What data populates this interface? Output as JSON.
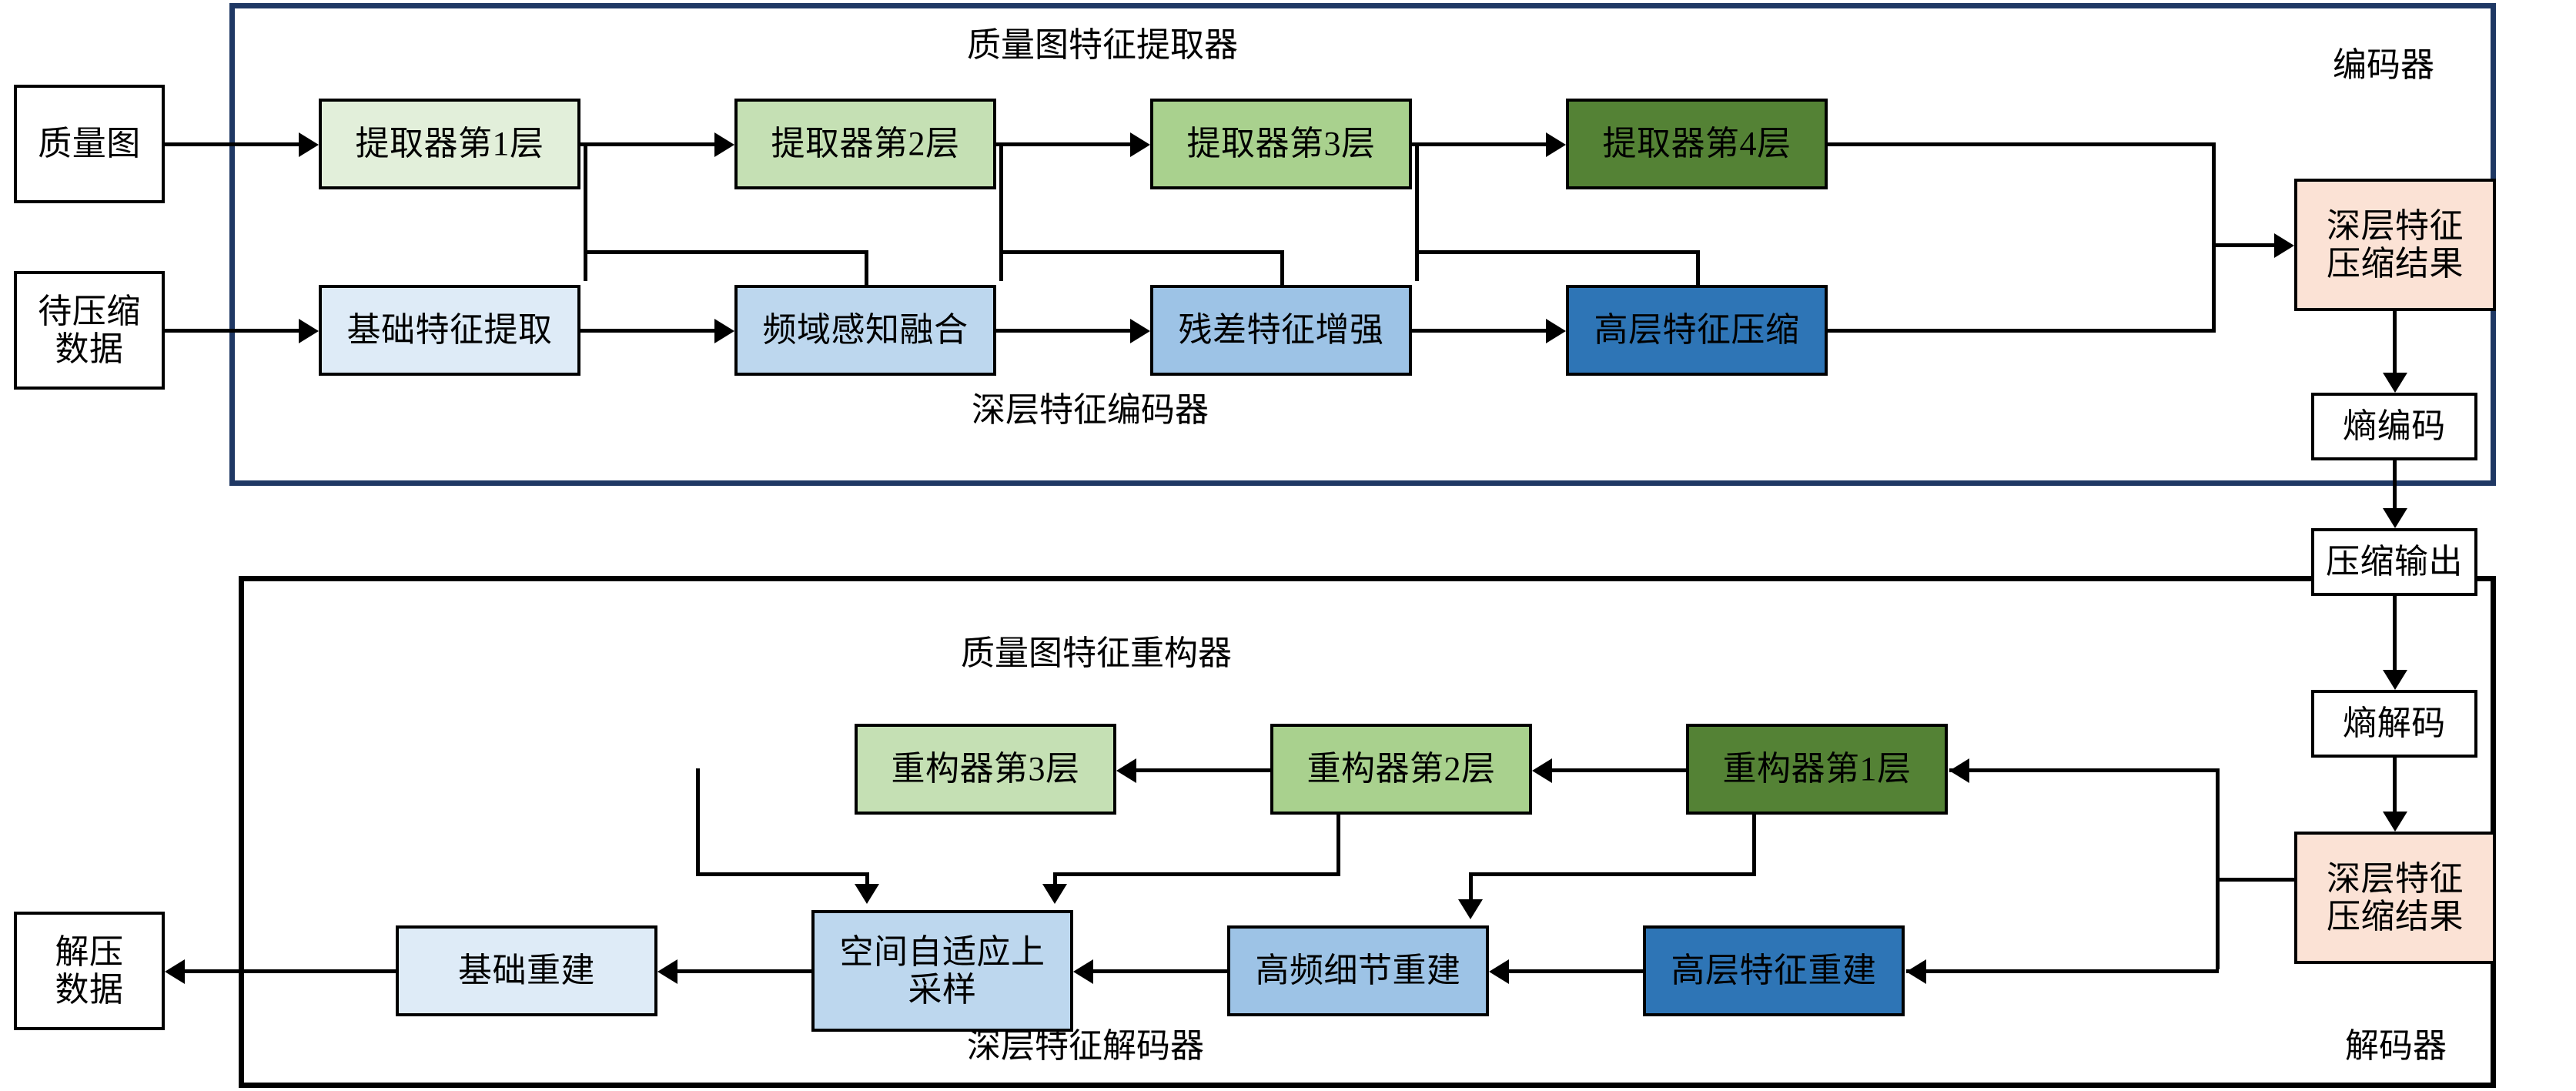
{
  "diagram": {
    "title_encoder_group": "质量图特征提取器",
    "title_decoder_group": "质量图特征重构器",
    "label_encoder": "编码器",
    "label_decoder": "解码器",
    "label_deep_encoder": "深层特征编码器",
    "label_deep_decoder": "深层特征解码器"
  },
  "inputs": {
    "quality_map": "质量图",
    "data_to_compress_line1": "待压缩",
    "data_to_compress_line2": "数据",
    "decompressed_line1": "解压",
    "decompressed_line2": "数据"
  },
  "extractor": {
    "layer1": "提取器第1层",
    "layer2": "提取器第2层",
    "layer3": "提取器第3层",
    "layer4": "提取器第4层"
  },
  "encoder_chain": {
    "base_feature": "基础特征提取",
    "freq_fusion": "频域感知融合",
    "residual_enhance": "残差特征增强",
    "highlevel_compress": "高层特征压缩"
  },
  "bitstream": {
    "deep_feature_compressed_enc_line1": "深层特征",
    "deep_feature_compressed_enc_line2": "压缩结果",
    "entropy_encode": "熵编码",
    "compressed_output": "压缩输出",
    "entropy_decode": "熵解码",
    "deep_feature_compressed_dec_line1": "深层特征",
    "deep_feature_compressed_dec_line2": "压缩结果"
  },
  "reconstructor": {
    "layer1": "重构器第1层",
    "layer2": "重构器第2层",
    "layer3": "重构器第3层"
  },
  "decoder_chain": {
    "highlevel_rebuild": "高层特征重建",
    "highfreq_rebuild": "高频细节重建",
    "spatial_upsample_line1": "空间自适应上",
    "spatial_upsample_line2": "采样",
    "base_rebuild": "基础重建"
  },
  "colors": {
    "green_l1": "#E2EFDA",
    "green_l2": "#C5E0B4",
    "green_l3": "#A9D18E",
    "green_l4": "#548235",
    "blue_l1": "#DEEBF7",
    "blue_l2": "#BDD7EE",
    "blue_l3": "#9DC3E6",
    "blue_l4": "#2E75B6",
    "peach": "#FBE2D5",
    "frame_encoder": "#1F3864",
    "frame_decoder": "#000000",
    "plain": "#FFFFFF"
  }
}
